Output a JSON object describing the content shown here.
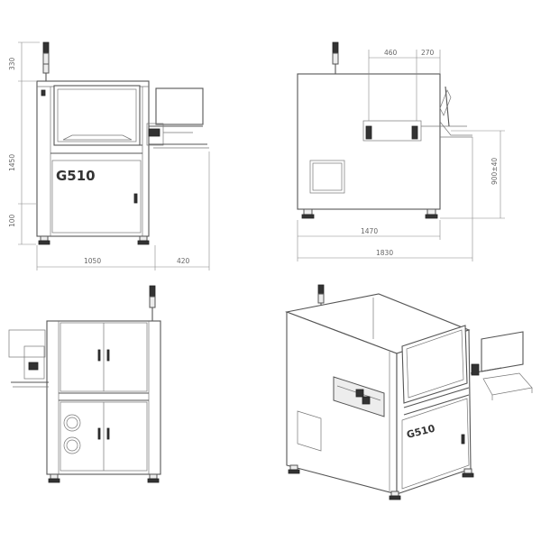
{
  "drawing": {
    "model_label": "G510",
    "front_view": {
      "height_top": "330",
      "height_total": "1450",
      "height_foot": "100",
      "width_body": "1050",
      "width_extension": "420"
    },
    "side_view": {
      "dim_460": "460",
      "dim_270": "270",
      "dim_height": "900±40",
      "dim_base": "1470",
      "dim_total": "1830"
    },
    "perspective_view": {
      "model_label": "G510"
    }
  }
}
